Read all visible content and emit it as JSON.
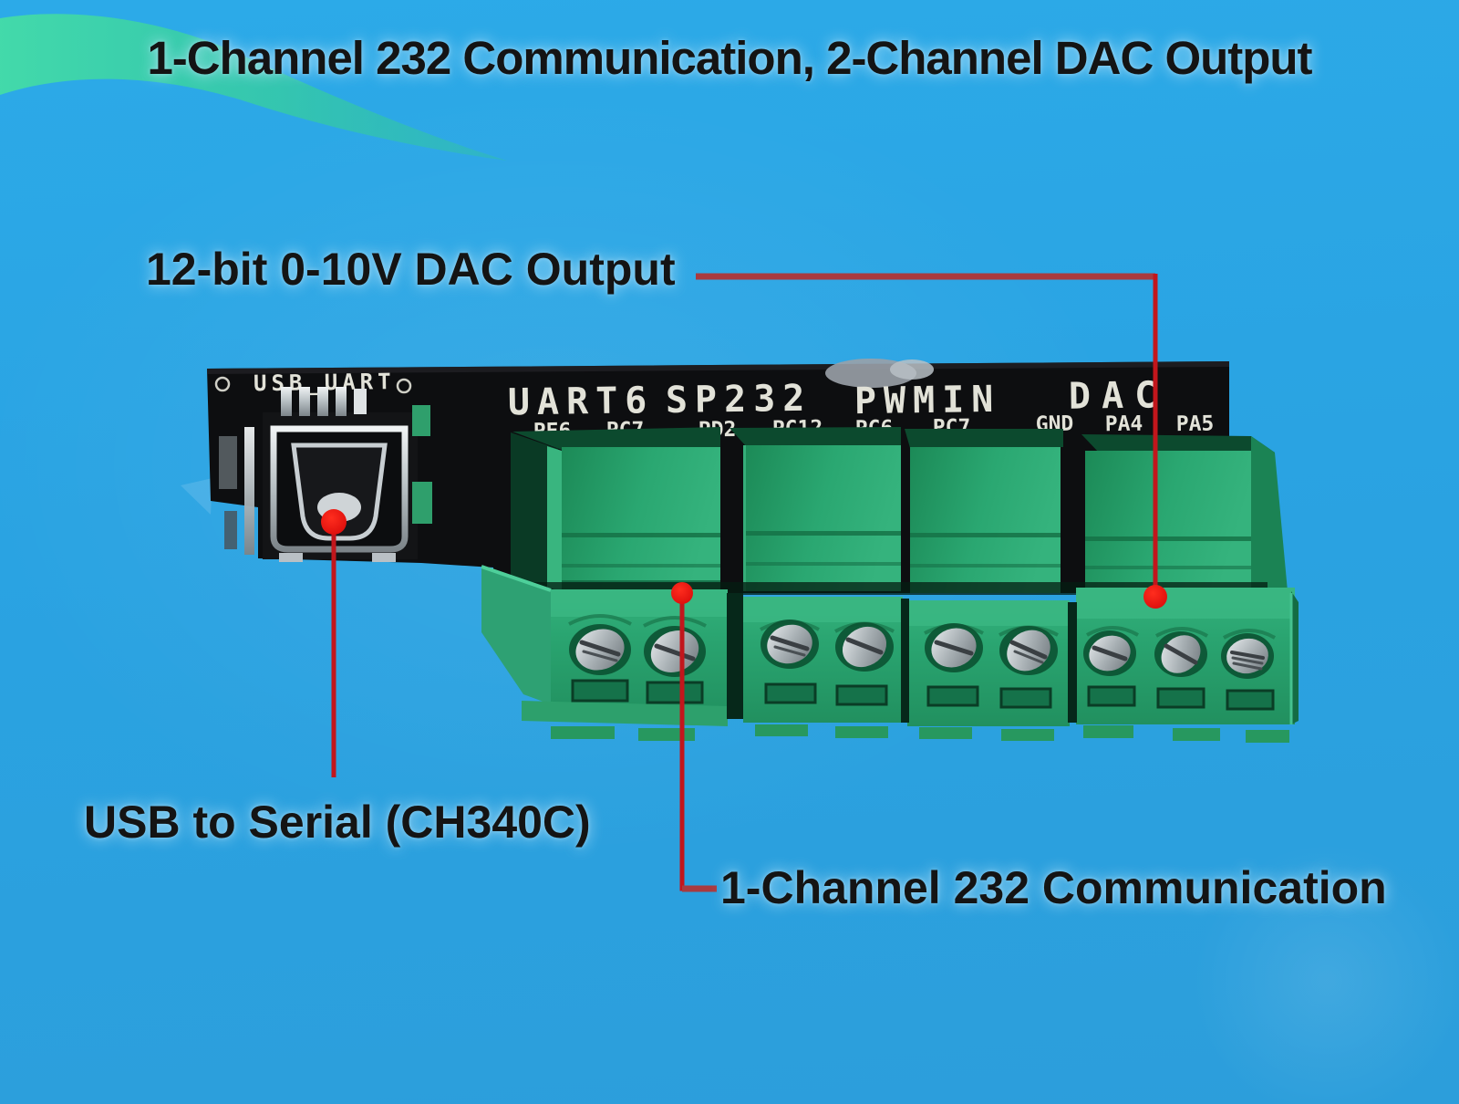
{
  "title": "1-Channel 232 Communication, 2-Channel DAC Output",
  "callouts": {
    "dac_output": "12-bit 0-10V DAC Output",
    "usb_serial": "USB to Serial (CH340C)",
    "rs232": "1-Channel 232 Communication"
  },
  "board": {
    "usb_label": "USB_UART",
    "groups": [
      {
        "label": "UART6",
        "pins": [
          "PE6",
          "PC7"
        ]
      },
      {
        "label": "SP232",
        "pins": [
          "PD2",
          "PC12"
        ]
      },
      {
        "label": "PWMIN",
        "pins": [
          "PC6",
          "PC7"
        ]
      },
      {
        "label": "DAC",
        "pins": [
          "GND",
          "PA4",
          "PA5"
        ]
      }
    ]
  },
  "colors": {
    "background_blue": "#2ba4e3",
    "swoosh_teal": "#3ed7a2",
    "pcb_black": "#0d0e10",
    "terminal_green": "#2aa771",
    "annotation_red": "#cc1418",
    "title_text": "#141414",
    "silkscreen_white": "#e2e2d8"
  }
}
